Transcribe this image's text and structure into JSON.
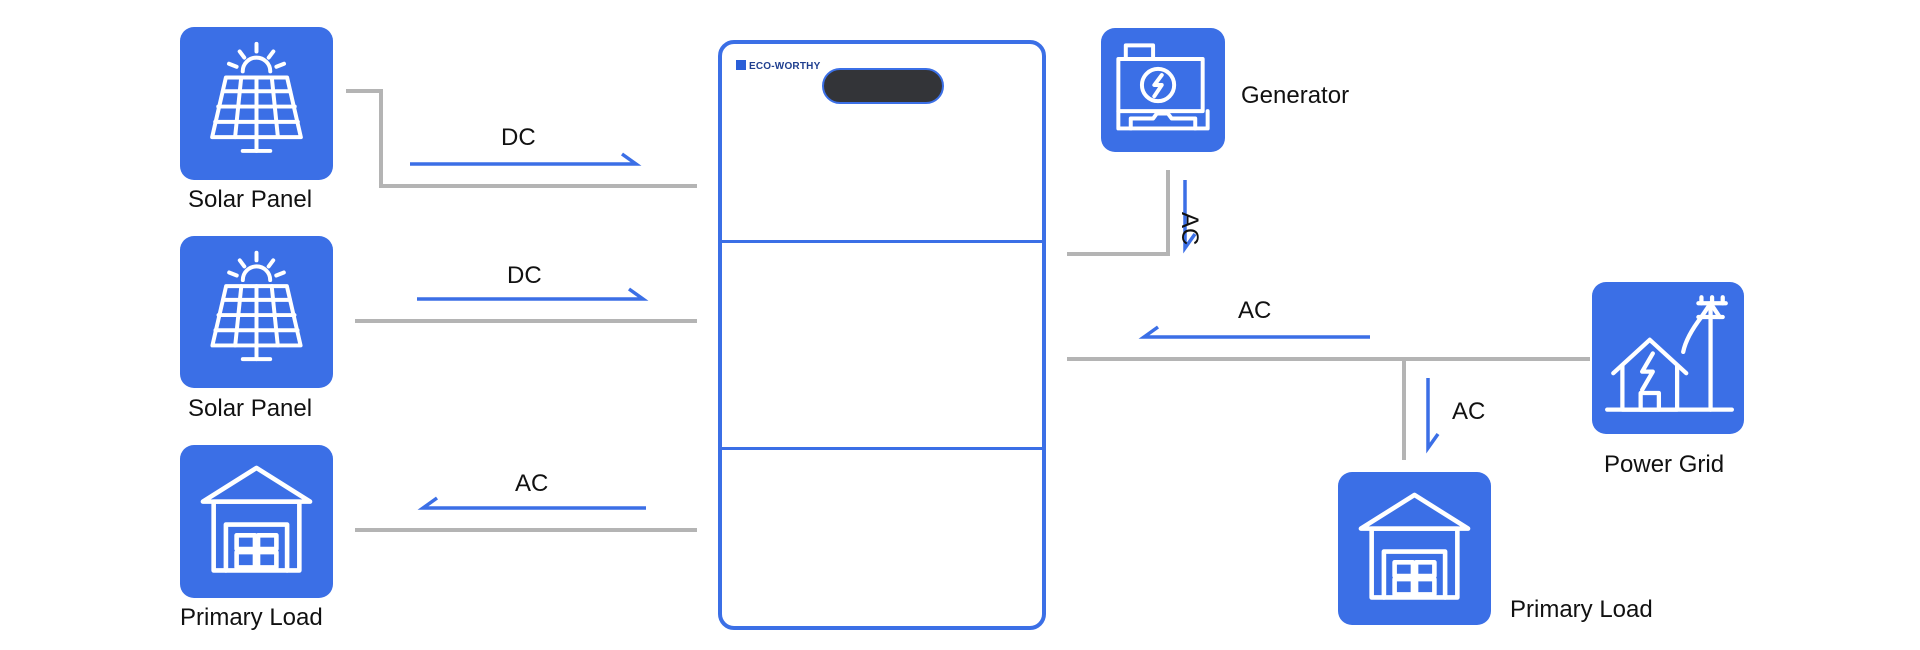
{
  "colors": {
    "accent": "#3b6fe6",
    "wire": "#b4b4b4",
    "arrow": "#3b6fe6",
    "text": "#111111"
  },
  "battery": {
    "brand": "ECO-WORTHY"
  },
  "nodes": {
    "solar_panel_1": {
      "label": "Solar Panel",
      "icon": "solar-panel-icon"
    },
    "solar_panel_2": {
      "label": "Solar Panel",
      "icon": "solar-panel-icon"
    },
    "primary_load_left": {
      "label": "Primary Load",
      "icon": "house-icon"
    },
    "generator": {
      "label": "Generator",
      "icon": "generator-icon"
    },
    "power_grid": {
      "label": "Power Grid",
      "icon": "power-grid-icon"
    },
    "primary_load_right": {
      "label": "Primary Load",
      "icon": "house-icon"
    }
  },
  "flows": {
    "solar_1": "DC",
    "solar_2": "DC",
    "load_left": "AC",
    "generator": "AC",
    "grid": "AC",
    "load_right": "AC"
  }
}
